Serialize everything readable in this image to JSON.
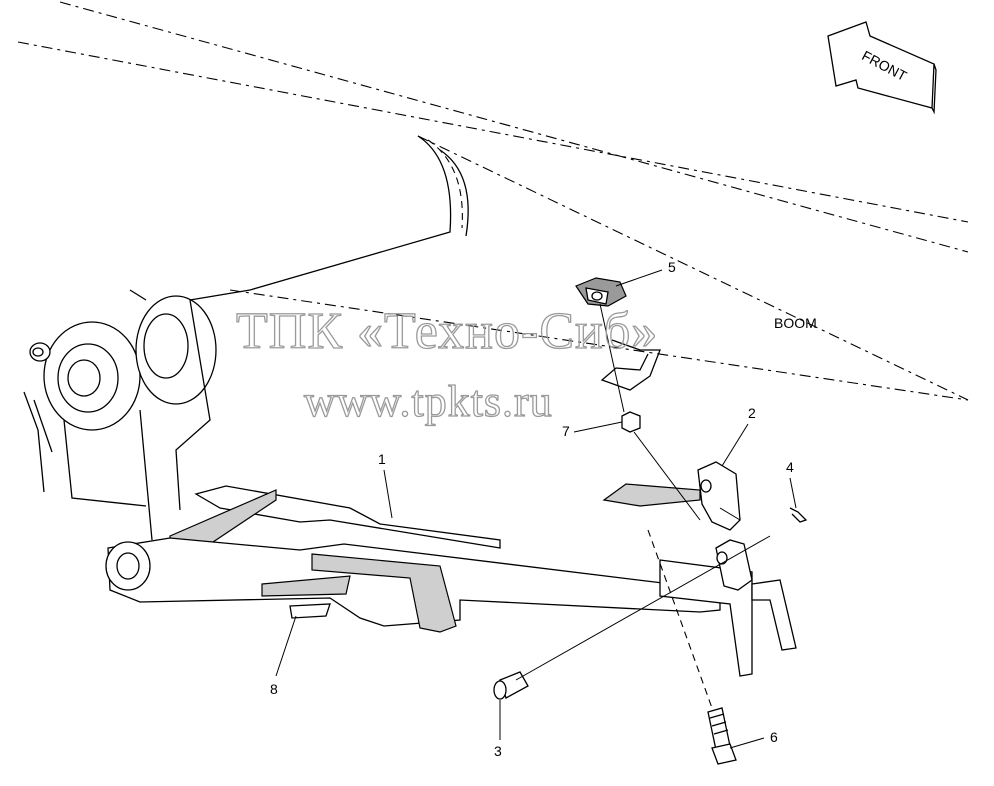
{
  "diagram": {
    "direction_label": "FRONT",
    "boom_label": "BOOM",
    "watermark_line1": "ТПК «Техно-Сиб»",
    "watermark_line2": "www.tpkts.ru",
    "callouts": {
      "c1": "1",
      "c2": "2",
      "c3": "3",
      "c4": "4",
      "c5": "5",
      "c6": "6",
      "c7": "7",
      "c8": "8"
    }
  }
}
